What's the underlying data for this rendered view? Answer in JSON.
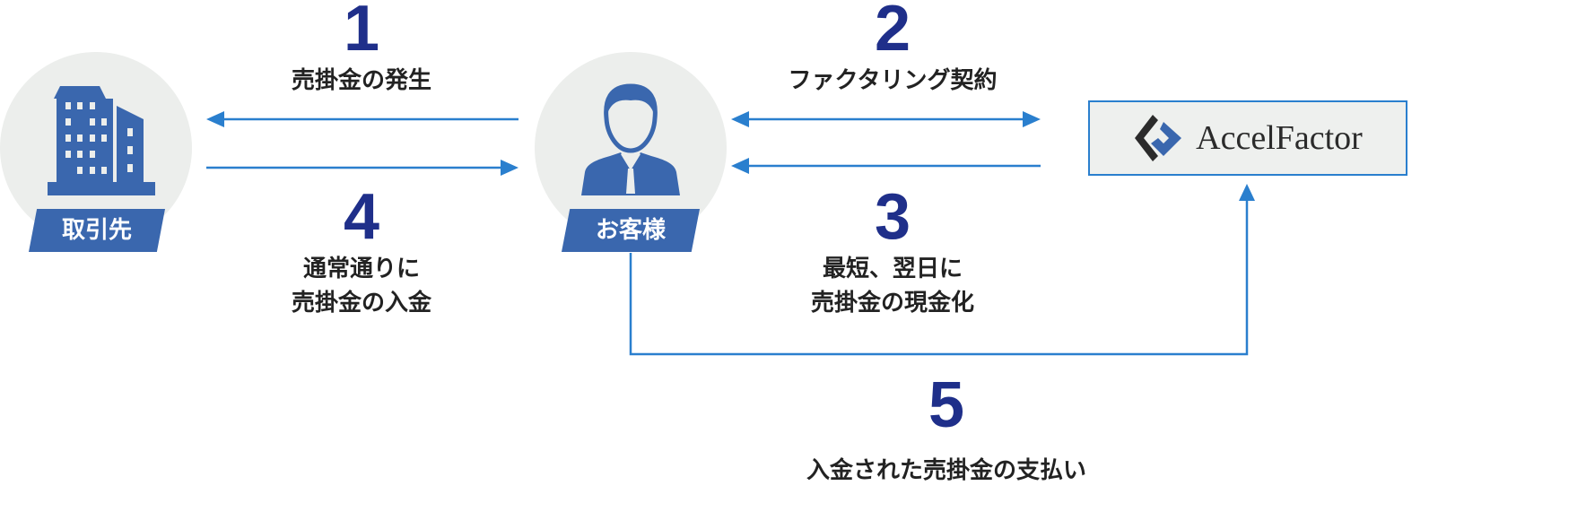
{
  "nodes": {
    "supplier": {
      "label": "取引先",
      "icon": "building-icon"
    },
    "customer": {
      "label": "お客様",
      "icon": "businessman-icon"
    },
    "company": {
      "logo_text": "AccelFactor",
      "icon": "accelfactor-logo-icon"
    }
  },
  "steps": [
    {
      "number": "1",
      "lines": [
        "売掛金の発生"
      ]
    },
    {
      "number": "2",
      "lines": [
        "ファクタリング契約"
      ]
    },
    {
      "number": "3",
      "lines": [
        "最短、翌日に",
        "売掛金の現金化"
      ]
    },
    {
      "number": "4",
      "lines": [
        "通常通りに",
        "売掛金の入金"
      ]
    },
    {
      "number": "5",
      "lines": [
        "入金された売掛金の支払い"
      ]
    }
  ],
  "colors": {
    "primary": "#3a67ae",
    "arrow": "#2a7fce",
    "number": "#1f2f8a",
    "circle": "#eceeec"
  }
}
